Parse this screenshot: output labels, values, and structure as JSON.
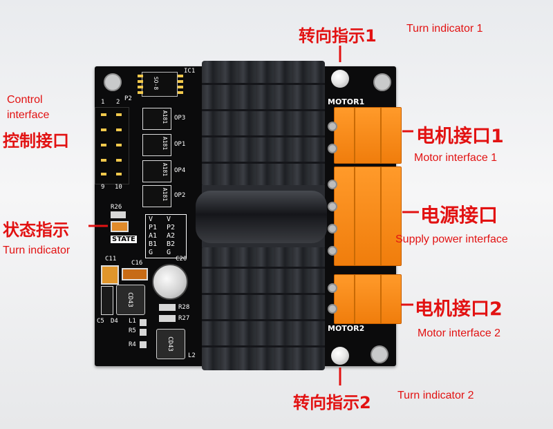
{
  "labels": {
    "turn1_cn": "转向指示1",
    "turn1_en": "Turn indicator 1",
    "control_en": "Control\ninterface",
    "control_cn": "控制接口",
    "motor1_cn": "电机接口1",
    "motor1_en": "Motor interface 1",
    "state_cn": "状态指示",
    "state_en": "Turn indicator",
    "power_cn": "电源接口",
    "power_en": "Supply power interface",
    "motor2_cn": "电机接口2",
    "motor2_en": "Motor interface 2",
    "turn2_cn": "转向指示2",
    "turn2_en": "Turn indicator 2"
  },
  "silk": {
    "ic1": "IC1",
    "p2": "P2",
    "op3": "OP3",
    "op1": "OP1",
    "op4": "OP4",
    "op2": "OP2",
    "motor1": "MOTOR1",
    "motor2": "MOTOR2",
    "r26": "R26",
    "state": "STATE",
    "col1": "V\nP1\nA1\nB1\nG",
    "col2": "V\nP2\nA2\nB2\nG",
    "c11": "C11",
    "c16": "C16",
    "c20": "C20",
    "cd43a": "CD43",
    "cd43b": "CD43",
    "r28": "R28",
    "r27": "R27",
    "c5": "C5",
    "d4": "D4",
    "l1": "L1",
    "r5": "R5",
    "r4": "R4",
    "l2": "L2",
    "pin1": "1",
    "pin2": "2",
    "pin9": "9",
    "pin10": "10",
    "so8": "SO-8",
    "a181": "A181"
  },
  "colors": {
    "label_red": "#e21212",
    "terminal_orange": "#f68a1a",
    "board_black": "#0b0b0c"
  }
}
